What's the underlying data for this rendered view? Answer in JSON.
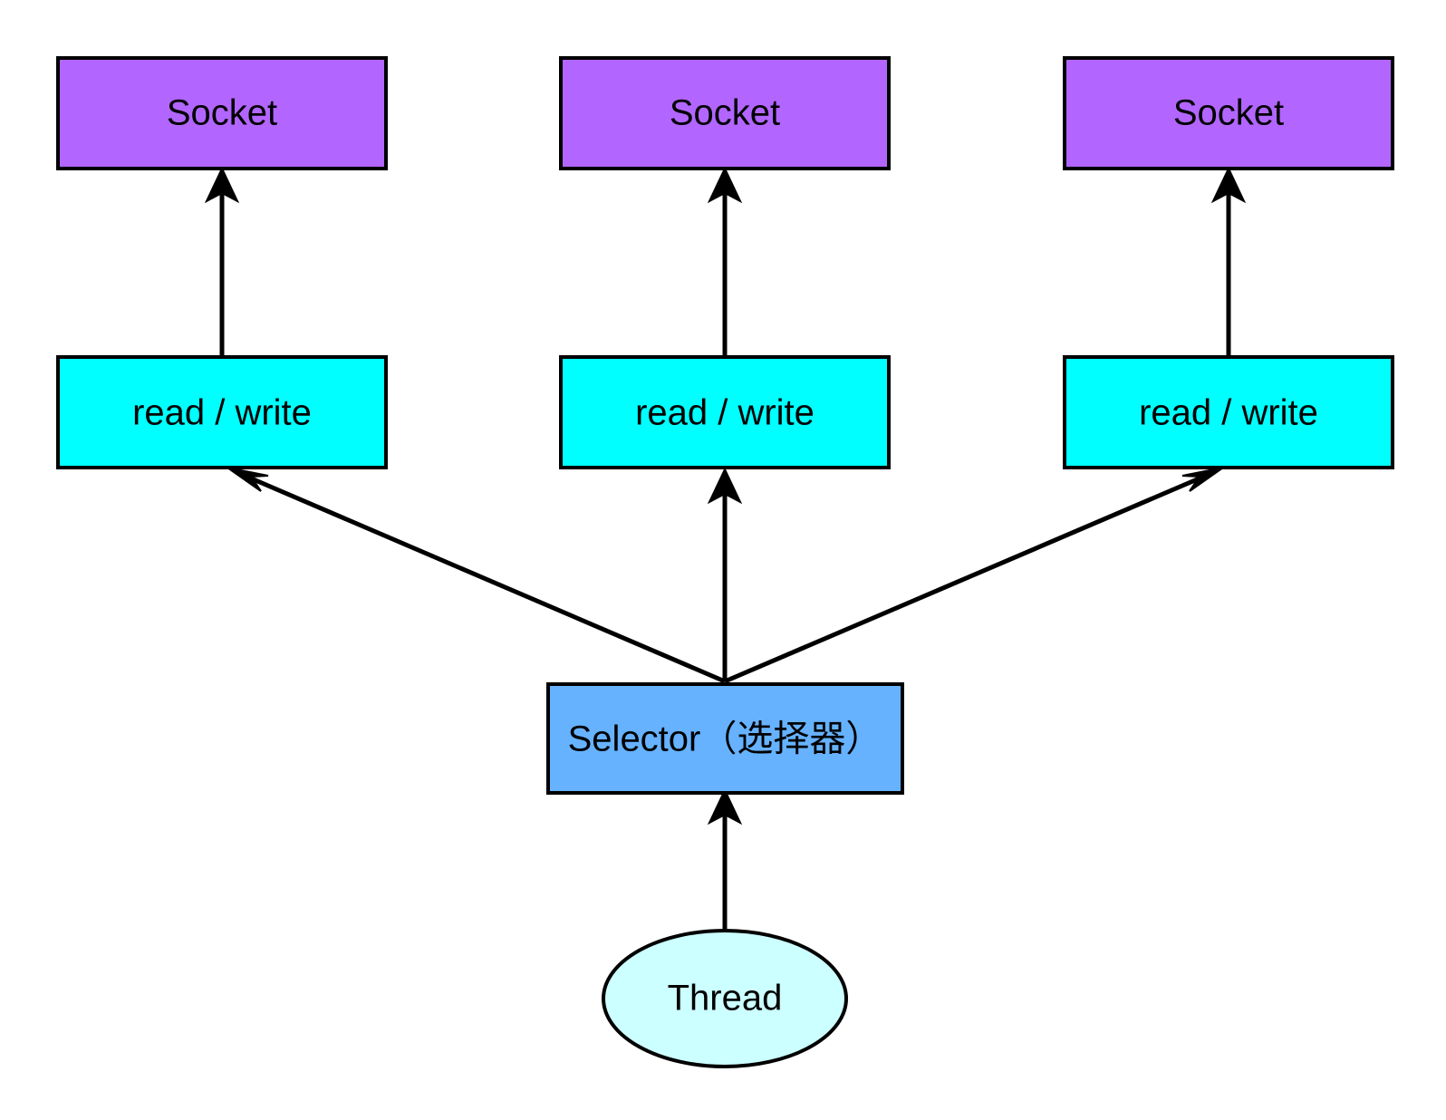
{
  "colors": {
    "socket_fill": "#B266FF",
    "readwrite_fill": "#00FFFF",
    "selector_fill": "#66B2FF",
    "thread_fill": "#CCFFFF",
    "stroke": "#000000",
    "background": "#FFFFFF"
  },
  "sockets": [
    {
      "label": "Socket"
    },
    {
      "label": "Socket"
    },
    {
      "label": "Socket"
    }
  ],
  "read_write": [
    {
      "label": "read / write"
    },
    {
      "label": "read / write"
    },
    {
      "label": "read / write"
    }
  ],
  "selector": {
    "label": "Selector（选择器）"
  },
  "thread": {
    "label": "Thread"
  },
  "edges": [
    {
      "from": "thread",
      "to": "selector"
    },
    {
      "from": "selector",
      "to": "read_write.0"
    },
    {
      "from": "selector",
      "to": "read_write.1"
    },
    {
      "from": "selector",
      "to": "read_write.2"
    },
    {
      "from": "read_write.0",
      "to": "sockets.0"
    },
    {
      "from": "read_write.1",
      "to": "sockets.1"
    },
    {
      "from": "read_write.2",
      "to": "sockets.2"
    }
  ]
}
